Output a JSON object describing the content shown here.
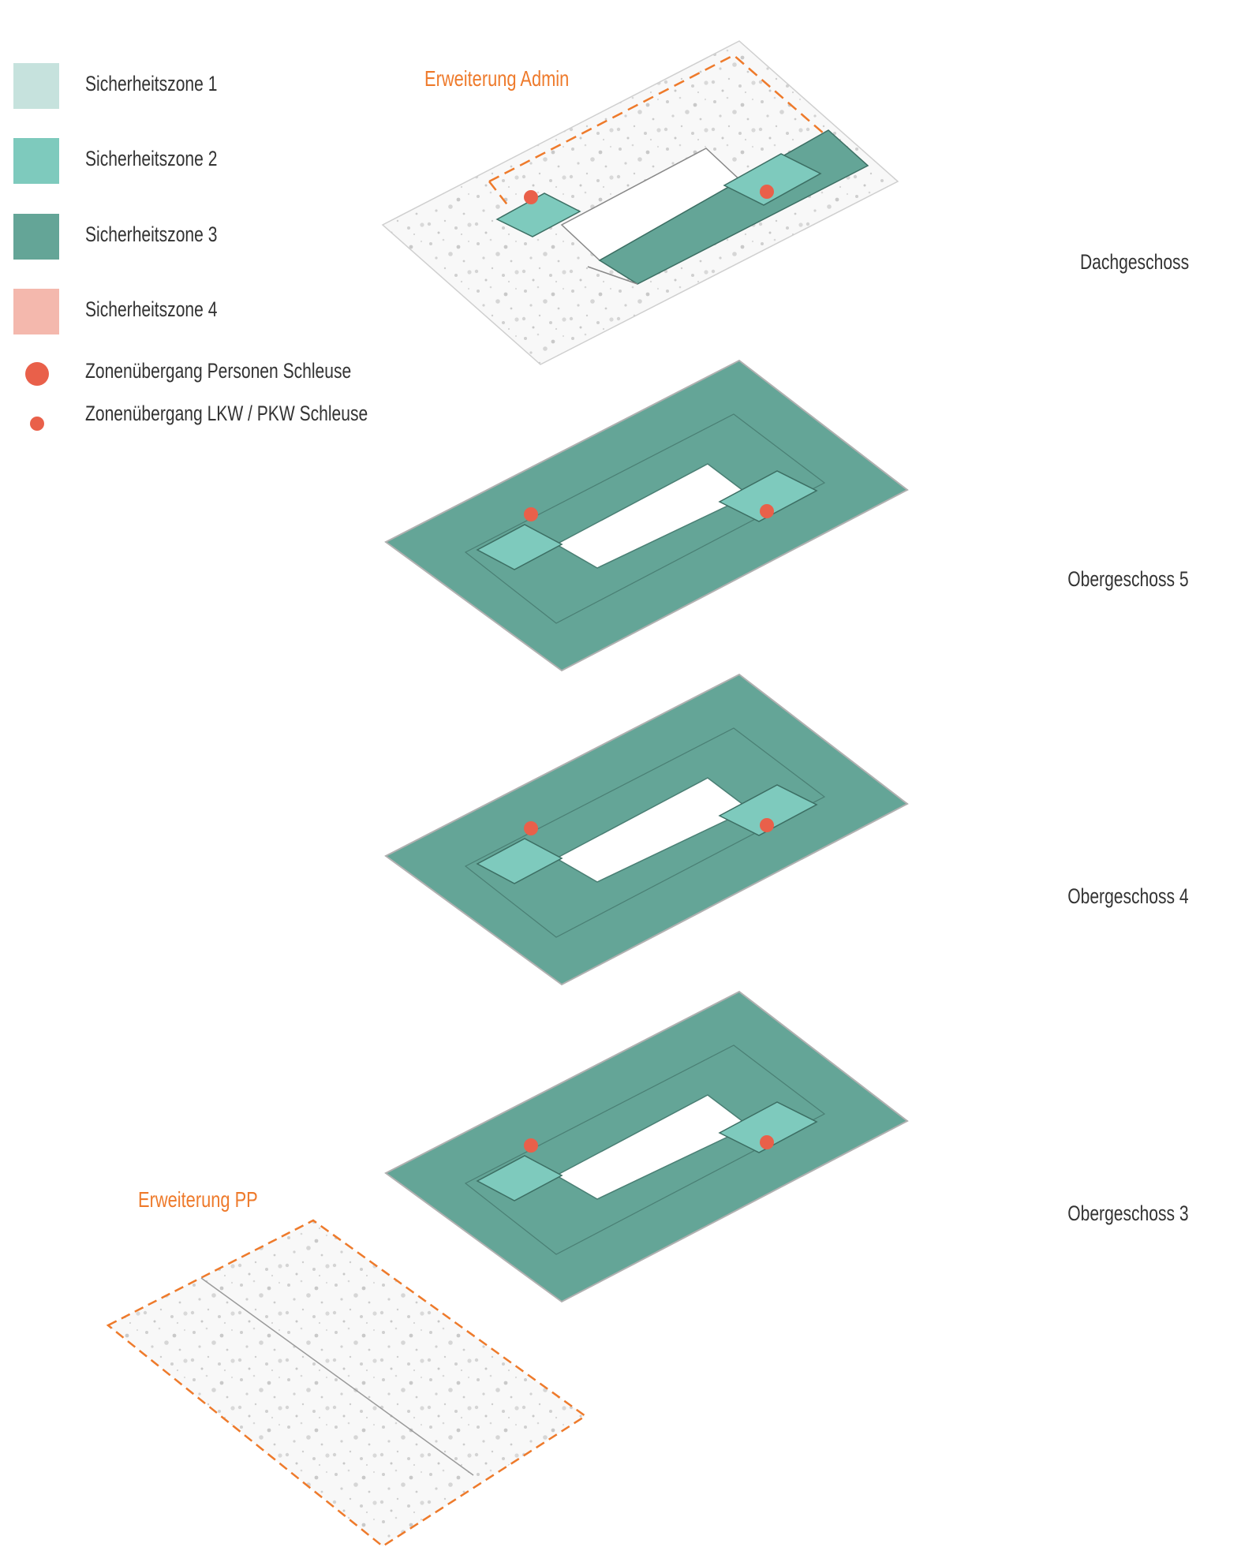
{
  "legend": {
    "items": [
      {
        "label": "Sicherheitszone 1",
        "color": "#c6e2dd"
      },
      {
        "label": "Sicherheitszone 2",
        "color": "#7ecabd"
      },
      {
        "label": "Sicherheitszone 3",
        "color": "#64a597"
      },
      {
        "label": "Sicherheitszone 4",
        "color": "#f4b8ad"
      }
    ],
    "transitions": [
      {
        "label": "Zonenübergang Personen Schleuse",
        "color": "#e9604a"
      },
      {
        "label": "Zonenübergang LKW / PKW Schleuse",
        "color": "#e9604a"
      }
    ]
  },
  "floors": [
    {
      "label": "Dachgeschoss",
      "extension_label": "Erweiterung Admin"
    },
    {
      "label": "Obergeschoss 5"
    },
    {
      "label": "Obergeschoss 4"
    },
    {
      "label": "Obergeschoss 3"
    }
  ],
  "site_extension": {
    "label": "Erweiterung PP"
  },
  "colors": {
    "zone3": "#64a597",
    "zone2": "#7ecabd",
    "zone1": "#c6e2dd",
    "accent_orange": "#ee7a2b",
    "transition_red": "#e9604a",
    "terrain": "#f7f7f7"
  }
}
